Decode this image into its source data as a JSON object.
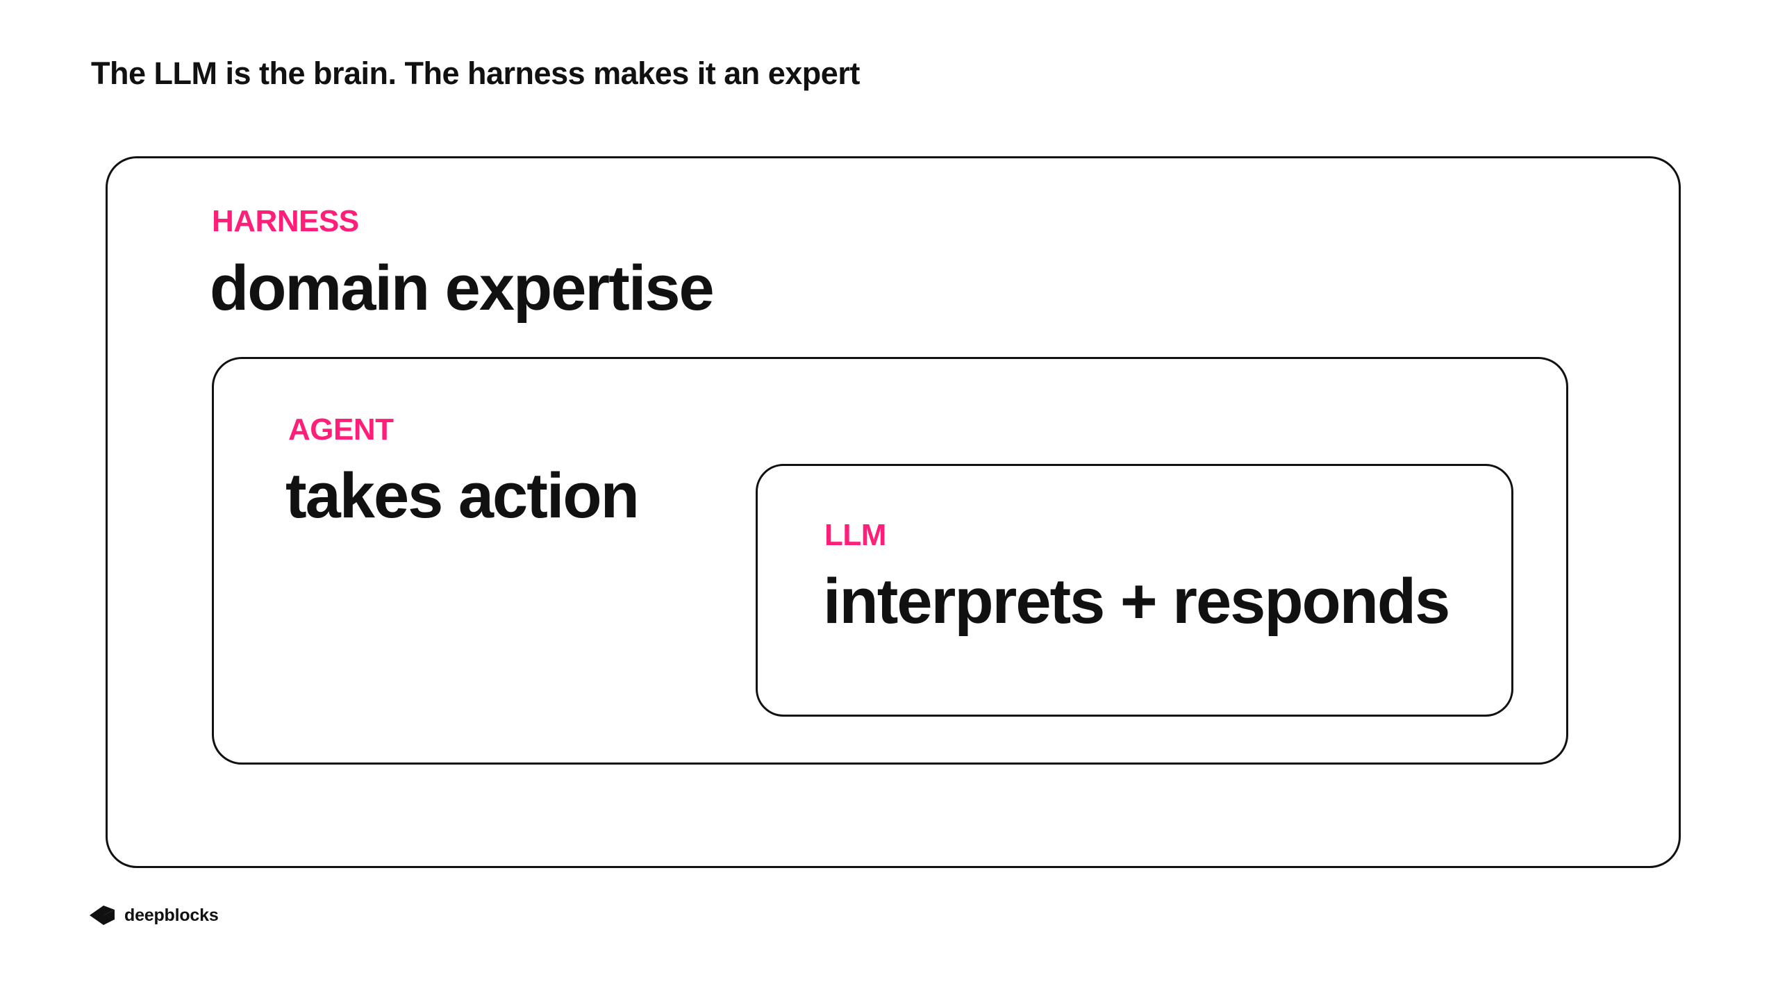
{
  "slide": {
    "title": "The LLM is the brain. The harness makes it an expert"
  },
  "colors": {
    "accent": "#FF1E78",
    "text": "#111111",
    "border": "#111111",
    "background": "#FFFFFF"
  },
  "diagram": {
    "harness": {
      "tag": "HARNESS",
      "headline": "domain expertise"
    },
    "agent": {
      "tag": "AGENT",
      "headline": "takes action"
    },
    "llm": {
      "tag": "LLM",
      "headline": "interprets + responds"
    }
  },
  "brand": {
    "name": "deepblocks",
    "logo_icon": "deepblocks-logo-icon"
  }
}
